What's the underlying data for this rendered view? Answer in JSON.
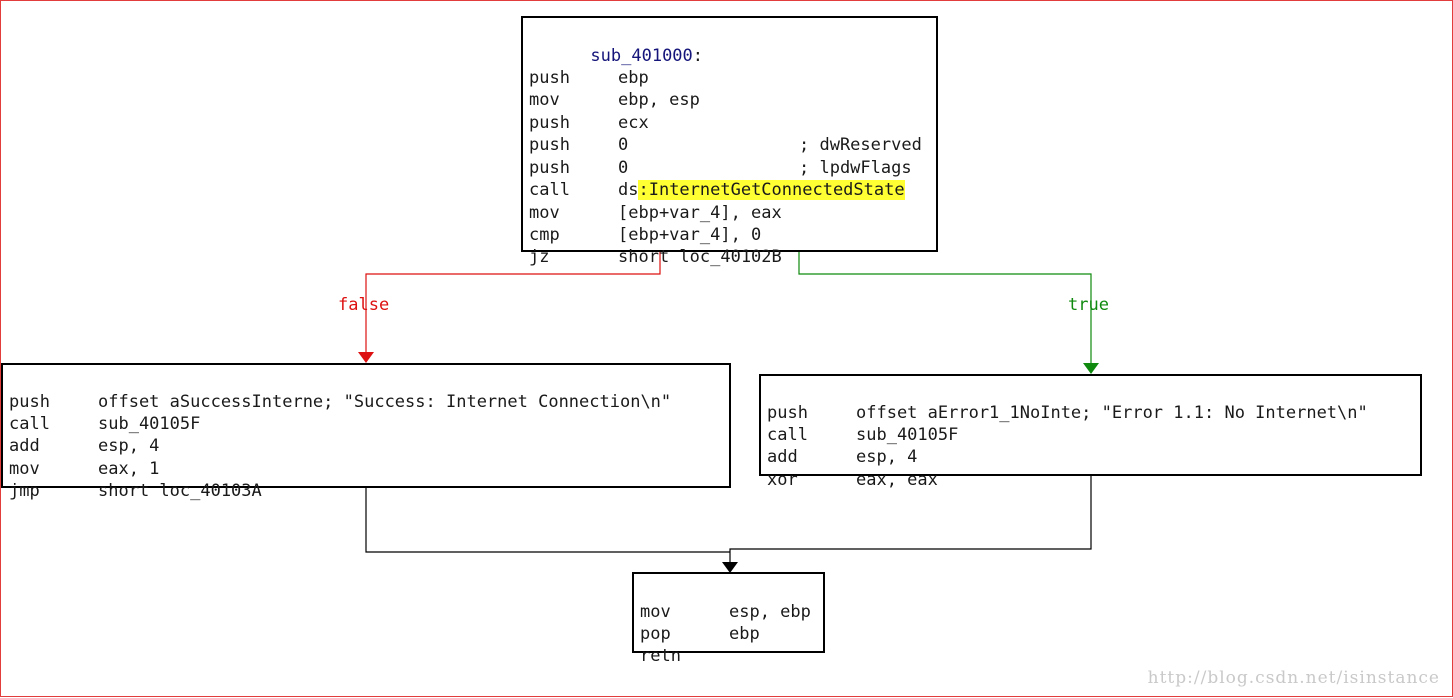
{
  "colors": {
    "false_edge": "#dd1111",
    "true_edge": "#0f8a0f",
    "plain_edge": "#000000",
    "highlight": "#ffff33",
    "frame": "#e23c3c"
  },
  "blocks": {
    "entry": {
      "label": "sub_401000",
      "label_suffix": ":",
      "instructions": [
        {
          "mnemonic": "push",
          "operands": "ebp",
          "comment": ""
        },
        {
          "mnemonic": "mov",
          "operands": "ebp, esp",
          "comment": ""
        },
        {
          "mnemonic": "push",
          "operands": "ecx",
          "comment": ""
        },
        {
          "mnemonic": "push",
          "operands": "0",
          "comment": "; dwReserved"
        },
        {
          "mnemonic": "push",
          "operands": "0",
          "comment": "; lpdwFlags"
        },
        {
          "mnemonic": "call",
          "operands_prefix": "ds",
          "operands_highlight": ":InternetGetConnectedState",
          "comment": ""
        },
        {
          "mnemonic": "mov",
          "operands": "[ebp+var_4], eax",
          "comment": ""
        },
        {
          "mnemonic": "cmp",
          "operands": "[ebp+var_4], 0",
          "comment": ""
        },
        {
          "mnemonic": "jz",
          "operands": "short loc_40102B",
          "comment": ""
        }
      ]
    },
    "success": {
      "instructions": [
        {
          "mnemonic": "push",
          "operands": "offset aSuccessInterne; \"Success: Internet Connection\\n\""
        },
        {
          "mnemonic": "call",
          "operands": "sub_40105F"
        },
        {
          "mnemonic": "add",
          "operands": "esp, 4"
        },
        {
          "mnemonic": "mov",
          "operands": "eax, 1"
        },
        {
          "mnemonic": "jmp",
          "operands": "short loc_40103A"
        }
      ]
    },
    "error": {
      "instructions": [
        {
          "mnemonic": "push",
          "operands": "offset aError1_1NoInte; \"Error 1.1: No Internet\\n\""
        },
        {
          "mnemonic": "call",
          "operands": "sub_40105F"
        },
        {
          "mnemonic": "add",
          "operands": "esp, 4"
        },
        {
          "mnemonic": "xor",
          "operands": "eax, eax"
        }
      ]
    },
    "exit": {
      "instructions": [
        {
          "mnemonic": "mov",
          "operands": "esp, ebp"
        },
        {
          "mnemonic": "pop",
          "operands": "ebp"
        },
        {
          "mnemonic": "retn",
          "operands": ""
        }
      ]
    }
  },
  "edges": {
    "false_label": "false",
    "true_label": "true"
  },
  "watermark": "http://blog.csdn.net/isinstance"
}
